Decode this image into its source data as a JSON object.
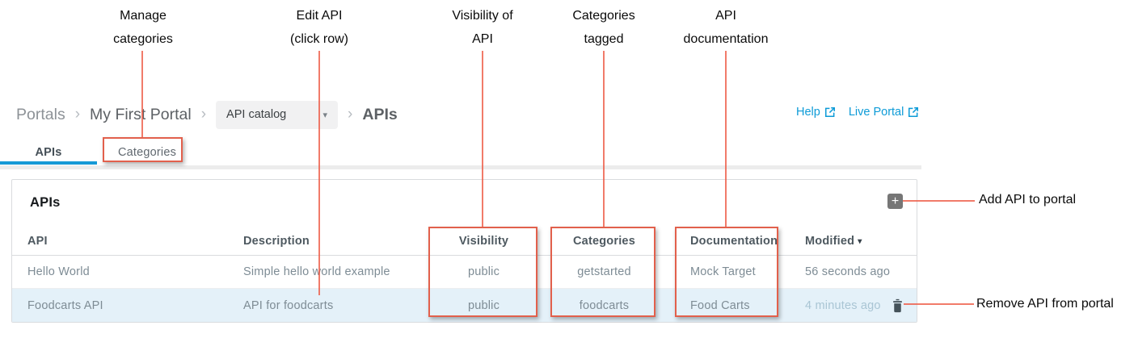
{
  "colors": {
    "accent_red": "#e2604c",
    "line_red": "#ee5a45",
    "link_blue": "#0d9bd7",
    "tab_blue": "#1699d6",
    "row_highlight": "#e4f1f9"
  },
  "annotations": {
    "manage_categories": [
      "Manage",
      "categories"
    ],
    "edit_api": [
      "Edit API",
      "(click row)"
    ],
    "visibility_of_api": [
      "Visibility of",
      "API"
    ],
    "categories_tagged": [
      "Categories",
      "tagged"
    ],
    "api_documentation": [
      "API",
      "documentation"
    ],
    "add_api": "Add API to portal",
    "remove_api": "Remove API from portal"
  },
  "breadcrumb": {
    "root": "Portals",
    "separator": "›",
    "portal": "My First Portal",
    "section_dropdown": {
      "value": "API catalog",
      "caret": "▾"
    },
    "current": "APIs"
  },
  "links": {
    "help": "Help",
    "live_portal": "Live Portal"
  },
  "tabs": {
    "apis": "APIs",
    "categories": "Categories"
  },
  "panel": {
    "title": "APIs",
    "add_icon": "+",
    "columns": {
      "api": "API",
      "description": "Description",
      "visibility": "Visibility",
      "categories": "Categories",
      "documentation": "Documentation",
      "modified": "Modified",
      "sort_icon": "▾"
    },
    "rows": [
      {
        "api": "Hello World",
        "description": "Simple hello world example",
        "visibility": "public",
        "categories": "getstarted",
        "documentation": "Mock Target",
        "modified": "56 seconds ago"
      },
      {
        "api": "Foodcarts API",
        "description": "API for foodcarts",
        "visibility": "public",
        "categories": "foodcarts",
        "documentation": "Food Carts",
        "modified": "4 minutes ago"
      }
    ]
  }
}
